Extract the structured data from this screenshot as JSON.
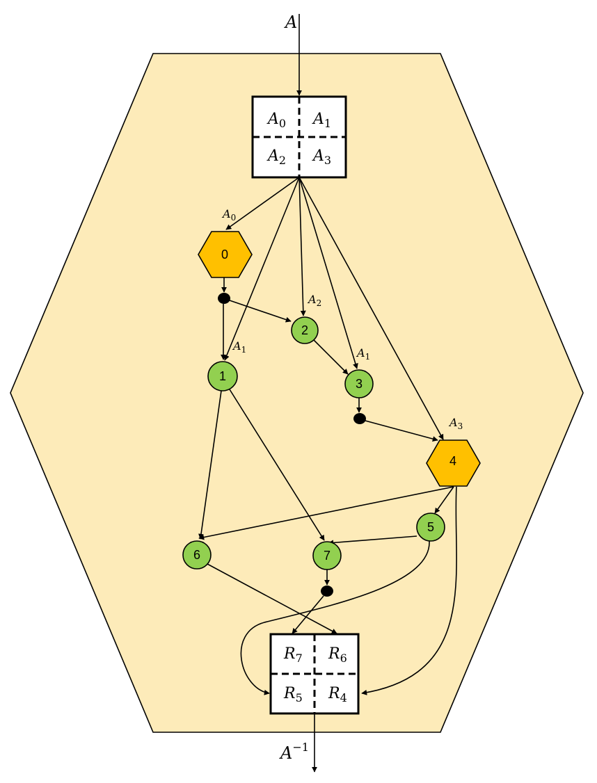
{
  "input": {
    "base": "A",
    "sub": ""
  },
  "output": {
    "base": "A",
    "sup": "−1"
  },
  "input_block": [
    {
      "base": "A",
      "sub": "0"
    },
    {
      "base": "A",
      "sub": "1"
    },
    {
      "base": "A",
      "sub": "2"
    },
    {
      "base": "A",
      "sub": "3"
    }
  ],
  "output_block": [
    {
      "base": "R",
      "sub": "7"
    },
    {
      "base": "R",
      "sub": "6"
    },
    {
      "base": "R",
      "sub": "5"
    },
    {
      "base": "R",
      "sub": "4"
    }
  ],
  "nodes": [
    {
      "id": "0",
      "label": "0",
      "shape": "hexagon",
      "color": "#FFC000"
    },
    {
      "id": "1",
      "label": "1",
      "shape": "circle",
      "color": "#92D050"
    },
    {
      "id": "2",
      "label": "2",
      "shape": "circle",
      "color": "#92D050"
    },
    {
      "id": "3",
      "label": "3",
      "shape": "circle",
      "color": "#92D050"
    },
    {
      "id": "4",
      "label": "4",
      "shape": "hexagon",
      "color": "#FFC000"
    },
    {
      "id": "5",
      "label": "5",
      "shape": "circle",
      "color": "#92D050"
    },
    {
      "id": "6",
      "label": "6",
      "shape": "circle",
      "color": "#92D050"
    },
    {
      "id": "7",
      "label": "7",
      "shape": "circle",
      "color": "#92D050"
    }
  ],
  "edge_labels": [
    {
      "base": "A",
      "sub": "0"
    },
    {
      "base": "A",
      "sub": "2"
    },
    {
      "base": "A",
      "sub": "1"
    },
    {
      "base": "A",
      "sub": "1"
    },
    {
      "base": "A",
      "sub": "3"
    }
  ],
  "colors": {
    "background_hexagon": "#FDEBB9",
    "border": "#000000"
  }
}
